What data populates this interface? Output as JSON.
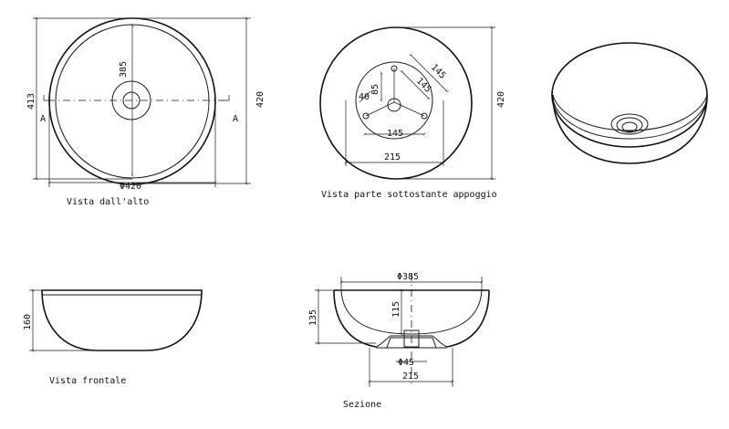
{
  "views": {
    "top": {
      "caption": "Vista dall'alto",
      "dim_width": "Φ420",
      "dim_inner": "385",
      "dim_left": "413",
      "dim_right": "420",
      "section_mark_left": "A",
      "section_mark_right": "A"
    },
    "bottom": {
      "caption": "Vista parte sottostante appoggio",
      "dim_145_diag": "145",
      "dim_145_inner": "145",
      "dim_145_bottom": "145",
      "dim_85": "85",
      "dim_40": "40",
      "dim_215": "215",
      "dim_420": "420"
    },
    "front": {
      "caption": "Vista frontale",
      "dim_height": "160"
    },
    "section": {
      "caption": "Sezione",
      "dim_top": "Φ385",
      "dim_135": "135",
      "dim_115": "115",
      "dim_45": "Φ45",
      "dim_215": "215"
    }
  }
}
